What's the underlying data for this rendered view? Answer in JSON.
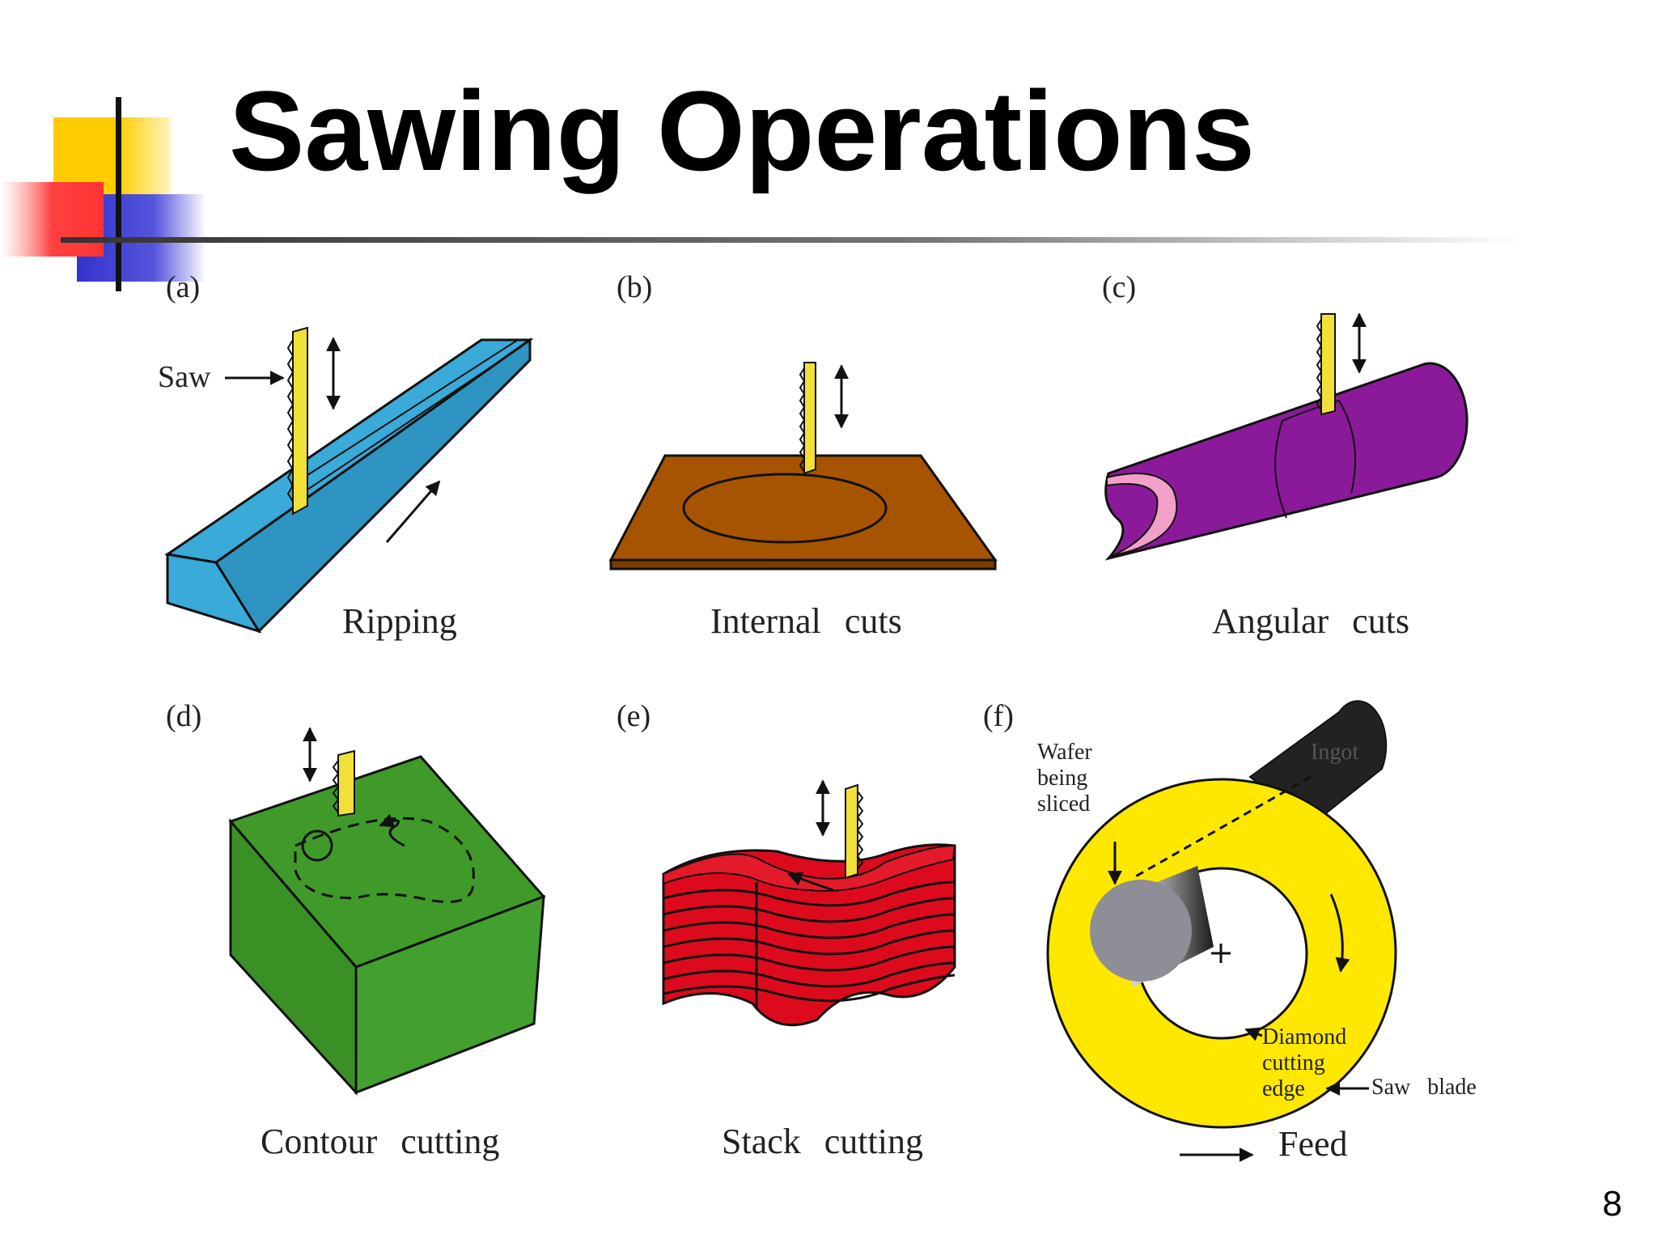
{
  "slide": {
    "title": "Sawing Operations",
    "page_number": "8"
  },
  "colors": {
    "deco_yellow": "#FFCC00",
    "deco_red": "#FF3333",
    "deco_blue": "#3333CC",
    "ripping_workpiece": "#3AAAD8",
    "internal_workpiece": "#A65400",
    "angular_workpiece": "#8B1A9A",
    "angular_inner": "#F2A0C8",
    "contour_workpiece": "#3F9A2A",
    "stack_workpiece": "#DD0A1E",
    "saw_blade": "#F2E03A",
    "wafer_wheel": "#FFE800",
    "ingot": "#333333",
    "wafer": "#8E8E96"
  },
  "panels": {
    "a": {
      "label": "(a)",
      "caption": "Ripping",
      "saw_label": "Saw"
    },
    "b": {
      "label": "(b)",
      "caption": "Internal cuts"
    },
    "c": {
      "label": "(c)",
      "caption": "Angular cuts"
    },
    "d": {
      "label": "(d)",
      "caption": "Contour cutting"
    },
    "e": {
      "label": "(e)",
      "caption": "Stack cutting"
    },
    "f": {
      "label": "(f)",
      "caption": "Feed",
      "wafer_label_1": "Wafer",
      "wafer_label_2": "being",
      "wafer_label_3": "sliced",
      "ingot_label": "Ingot",
      "edge_label_1": "Diamond",
      "edge_label_2": "cutting",
      "edge_label_3": "edge",
      "blade_label": "Saw blade"
    }
  }
}
